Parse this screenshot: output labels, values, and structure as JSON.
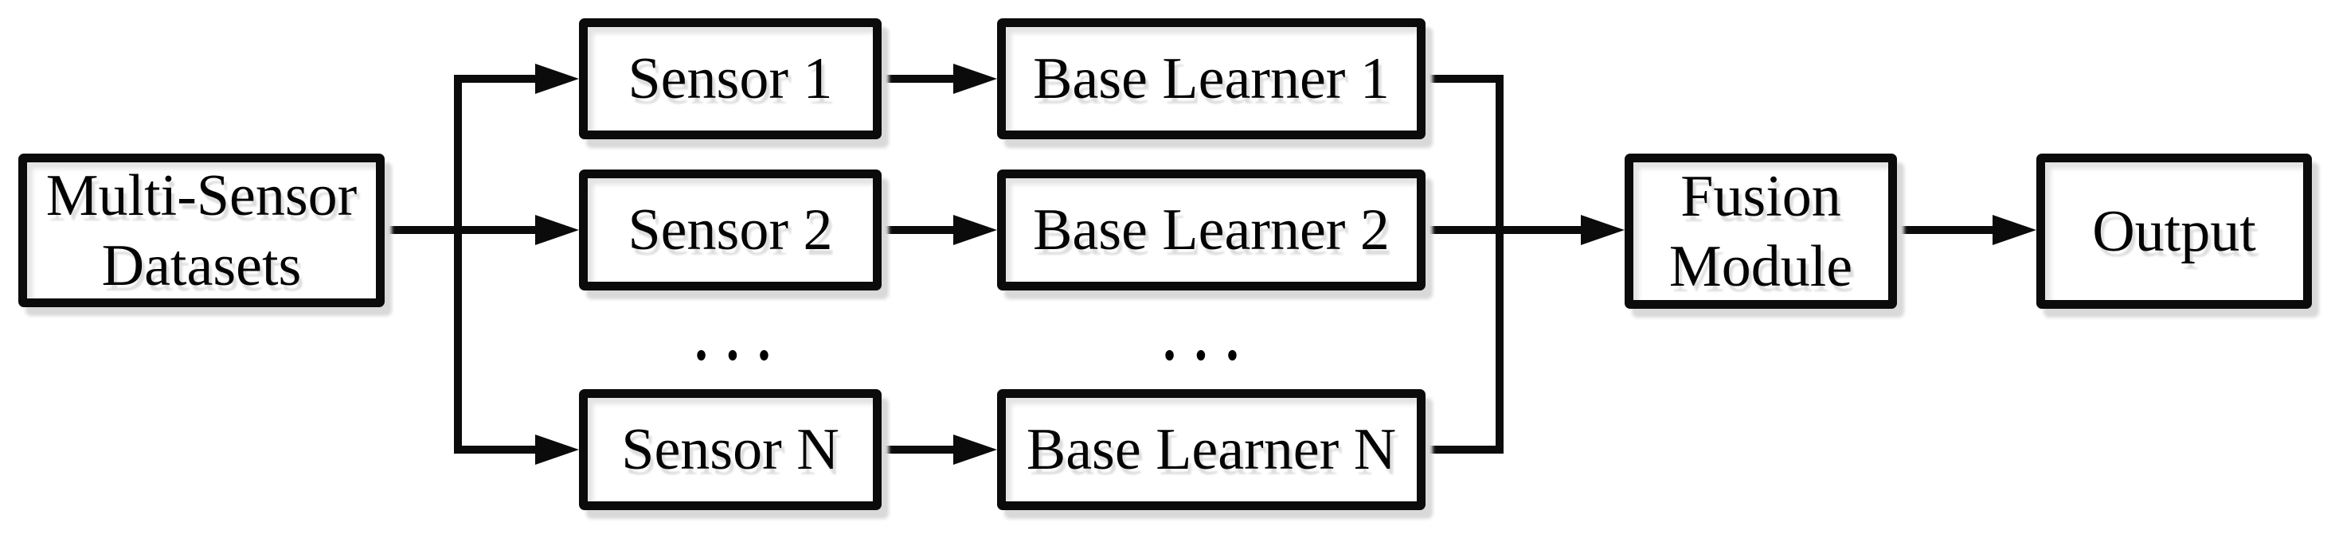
{
  "diagram": {
    "nodes": {
      "multi_sensor": {
        "label": "Multi-Sensor\nDatasets"
      },
      "sensor1": {
        "label": "Sensor 1"
      },
      "sensor2": {
        "label": "Sensor 2"
      },
      "sensorN": {
        "label": "Sensor N"
      },
      "learner1": {
        "label": "Base Learner 1"
      },
      "learner2": {
        "label": "Base Learner 2"
      },
      "learnerN": {
        "label": "Base Learner N"
      },
      "fusion": {
        "label": "Fusion\nModule"
      },
      "output": {
        "label": "Output"
      }
    },
    "ellipsis": {
      "sensors": "•••",
      "learners": "•••"
    },
    "edges": [
      {
        "from": "multi_sensor",
        "to": "sensor1"
      },
      {
        "from": "multi_sensor",
        "to": "sensor2"
      },
      {
        "from": "multi_sensor",
        "to": "sensorN"
      },
      {
        "from": "sensor1",
        "to": "learner1"
      },
      {
        "from": "sensor2",
        "to": "learner2"
      },
      {
        "from": "sensorN",
        "to": "learnerN"
      },
      {
        "from": "learner1",
        "to": "fusion"
      },
      {
        "from": "learner2",
        "to": "fusion"
      },
      {
        "from": "learnerN",
        "to": "fusion"
      },
      {
        "from": "fusion",
        "to": "output"
      }
    ],
    "colors": {
      "line": "#0b0b0b",
      "box_border": "#0b0b0b",
      "box_fill": "#ffffff",
      "text": "#040404",
      "shadow": "#d9d9d9",
      "background": "#ffffff"
    }
  }
}
